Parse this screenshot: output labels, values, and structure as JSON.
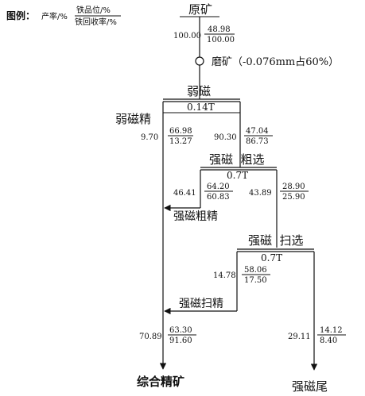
{
  "legend": {
    "prefix": "图例：",
    "yield_label": "产率/%",
    "grade_label": "铁品位/%",
    "recovery_label": "铁回收率/%"
  },
  "nodes": {
    "feed": {
      "label": "原矿",
      "yield": "100.00",
      "grade": "48.98",
      "recovery": "100.00"
    },
    "grinding": {
      "label": "磨矿（-0.076mm占60%）"
    },
    "weak_sep": {
      "label": "弱磁",
      "field": "0.14T"
    },
    "weak_conc": {
      "label": "弱磁精",
      "yield": "9.70",
      "grade": "66.98",
      "recovery": "13.27"
    },
    "weak_tail": {
      "yield": "90.30",
      "grade": "47.04",
      "recovery": "86.73"
    },
    "rough_sep": {
      "label": "强磁  粗选",
      "field": "0.7T"
    },
    "rough_conc": {
      "label": "强磁粗精",
      "yield": "46.41",
      "grade": "64.20",
      "recovery": "60.83"
    },
    "rough_tail": {
      "yield": "43.89",
      "grade": "28.90",
      "recovery": "25.90"
    },
    "scav_sep": {
      "label": "强磁  扫选",
      "field": "0.7T"
    },
    "scav_conc": {
      "label": "强磁扫精",
      "yield": "14.78",
      "grade": "58.06",
      "recovery": "17.50"
    },
    "final_conc": {
      "label": "综合精矿",
      "yield": "70.89",
      "grade": "63.30",
      "recovery": "91.60"
    },
    "final_tail": {
      "label": "强磁尾",
      "yield": "29.11",
      "grade": "14.12",
      "recovery": "8.40"
    }
  }
}
